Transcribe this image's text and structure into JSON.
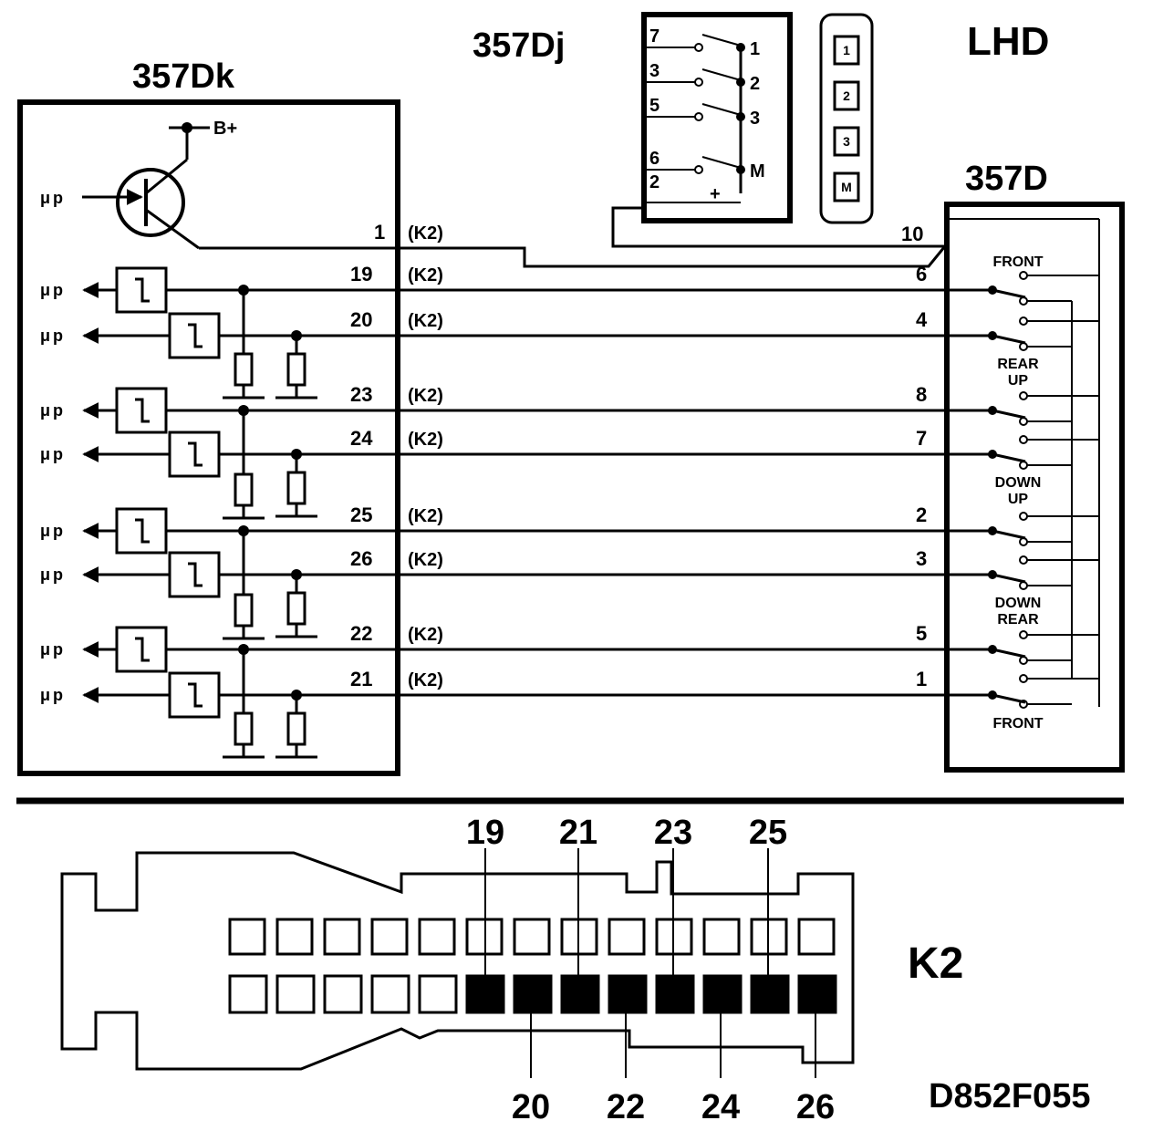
{
  "labels": {
    "module_357dk": "357Dk",
    "module_357dj": "357Dj",
    "module_357d": "357D",
    "lhd": "LHD",
    "b_plus": "B+",
    "mu_p": "μp",
    "k2_tag": "(K2)",
    "connector_name": "K2",
    "drawing_code": "D852F055",
    "plus": "+"
  },
  "dk_lines": [
    {
      "dk_pin": "19",
      "d_pin": "6",
      "mu": "μp",
      "tag": "(K2)"
    },
    {
      "dk_pin": "20",
      "d_pin": "4",
      "mu": "μp",
      "tag": "(K2)"
    },
    {
      "dk_pin": "23",
      "d_pin": "8",
      "mu": "μp",
      "tag": "(K2)"
    },
    {
      "dk_pin": "24",
      "d_pin": "7",
      "mu": "μp",
      "tag": "(K2)"
    },
    {
      "dk_pin": "25",
      "d_pin": "2",
      "mu": "μp",
      "tag": "(K2)"
    },
    {
      "dk_pin": "26",
      "d_pin": "3",
      "mu": "μp",
      "tag": "(K2)"
    },
    {
      "dk_pin": "22",
      "d_pin": "5",
      "mu": "μp",
      "tag": "(K2)"
    },
    {
      "dk_pin": "21",
      "d_pin": "1",
      "mu": "μp",
      "tag": "(K2)"
    }
  ],
  "transistor_line": {
    "dk_pin": "1",
    "tag": "(K2)",
    "d_pin": "10",
    "mu": "μp"
  },
  "switch_labels": [
    "FRONT",
    "REAR",
    "UP",
    "DOWN",
    "UP",
    "DOWN",
    "REAR",
    "FRONT"
  ],
  "dj_left_pins": [
    "7",
    "3",
    "5",
    "6",
    "2"
  ],
  "dj_right_pins": [
    "1",
    "2",
    "3",
    "M"
  ],
  "buttons": [
    "1",
    "2",
    "3",
    "M"
  ],
  "connector_top_pins": [
    "19",
    "21",
    "23",
    "25"
  ],
  "connector_bottom_pins": [
    "20",
    "22",
    "24",
    "26"
  ]
}
